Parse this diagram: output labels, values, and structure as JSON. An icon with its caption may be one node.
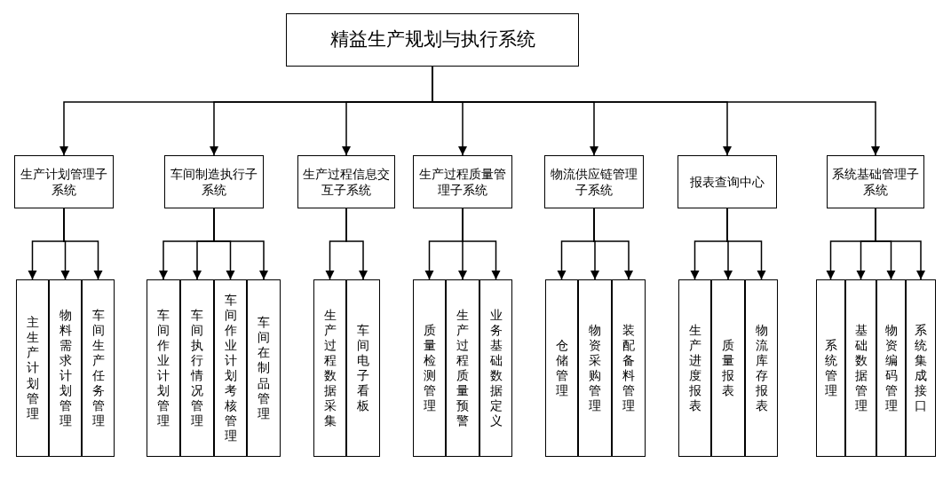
{
  "diagram": {
    "nodes": [
      {
        "text": [
          "精益生产规划与执行系统"
        ]
      },
      {
        "text": [
          "生产计划管理子系统"
        ]
      },
      {
        "text": [
          "车间制造执行子系统"
        ]
      },
      {
        "text": [
          "生产过程信息交互子系统"
        ]
      },
      {
        "text": [
          "生产过程质量管理子系统"
        ]
      },
      {
        "text": [
          "物流供应链管理子系统"
        ]
      },
      {
        "text": [
          "报表查询中心"
        ]
      },
      {
        "text": [
          "系统基础管理子系统"
        ]
      },
      {
        "text": [
          "主生产计划管理"
        ]
      },
      {
        "text": [
          "物料需求计划管理"
        ]
      },
      {
        "text": [
          "车间生产任务管理"
        ]
      },
      {
        "text": [
          "车间作业计划管理"
        ]
      },
      {
        "text": [
          "车间执行情况管理"
        ]
      },
      {
        "text": [
          "车间作业计划考核管理"
        ]
      },
      {
        "text": [
          "车间在制品管理"
        ]
      },
      {
        "text": [
          "生产过程数据采集"
        ]
      },
      {
        "text": [
          "车间电子看板"
        ]
      },
      {
        "text": [
          "质量检测管理"
        ]
      },
      {
        "text": [
          "生产过程质量预警"
        ]
      },
      {
        "text": [
          "业务基础数据定义"
        ]
      },
      {
        "text": [
          "仓储管理"
        ]
      },
      {
        "text": [
          "物资采购管理"
        ]
      },
      {
        "text": [
          "装配备料管理"
        ]
      },
      {
        "text": [
          "生产进度报表"
        ]
      },
      {
        "text": [
          "质量报表"
        ]
      },
      {
        "text": [
          "物流库存报表"
        ]
      },
      {
        "text": [
          "系统管理"
        ]
      },
      {
        "text": [
          "基础数据管理"
        ]
      },
      {
        "text": [
          "物资编码管理"
        ]
      },
      {
        "text": [
          "系统集成接口"
        ]
      }
    ],
    "edges": [
      {
        "from": 0,
        "to": 1,
        "arrow": "to"
      },
      {
        "from": 0,
        "to": 2,
        "arrow": "to"
      },
      {
        "from": 0,
        "to": 3,
        "arrow": "to"
      },
      {
        "from": 0,
        "to": 4,
        "arrow": "to"
      },
      {
        "from": 0,
        "to": 5,
        "arrow": "to"
      },
      {
        "from": 0,
        "to": 6,
        "arrow": "to"
      },
      {
        "from": 0,
        "to": 7,
        "arrow": "to"
      },
      {
        "from": 1,
        "to": 8,
        "arrow": "to"
      },
      {
        "from": 1,
        "to": 9,
        "arrow": "to"
      },
      {
        "from": 1,
        "to": 10,
        "arrow": "to"
      },
      {
        "from": 2,
        "to": 11,
        "arrow": "to"
      },
      {
        "from": 2,
        "to": 12,
        "arrow": "to"
      },
      {
        "from": 2,
        "to": 13,
        "arrow": "to"
      },
      {
        "from": 2,
        "to": 14,
        "arrow": "to"
      },
      {
        "from": 3,
        "to": 15,
        "arrow": "to"
      },
      {
        "from": 3,
        "to": 16,
        "arrow": "to"
      },
      {
        "from": 4,
        "to": 17,
        "arrow": "to"
      },
      {
        "from": 4,
        "to": 18,
        "arrow": "to"
      },
      {
        "from": 4,
        "to": 19,
        "arrow": "to"
      },
      {
        "from": 5,
        "to": 20,
        "arrow": "to"
      },
      {
        "from": 5,
        "to": 21,
        "arrow": "to"
      },
      {
        "from": 5,
        "to": 22,
        "arrow": "to"
      },
      {
        "from": 6,
        "to": 23,
        "arrow": "to"
      },
      {
        "from": 6,
        "to": 24,
        "arrow": "to"
      },
      {
        "from": 6,
        "to": 25,
        "arrow": "to"
      },
      {
        "from": 7,
        "to": 26,
        "arrow": "to"
      },
      {
        "from": 7,
        "to": 27,
        "arrow": "to"
      },
      {
        "from": 7,
        "to": 28,
        "arrow": "to"
      },
      {
        "from": 7,
        "to": 29,
        "arrow": "to"
      }
    ]
  }
}
